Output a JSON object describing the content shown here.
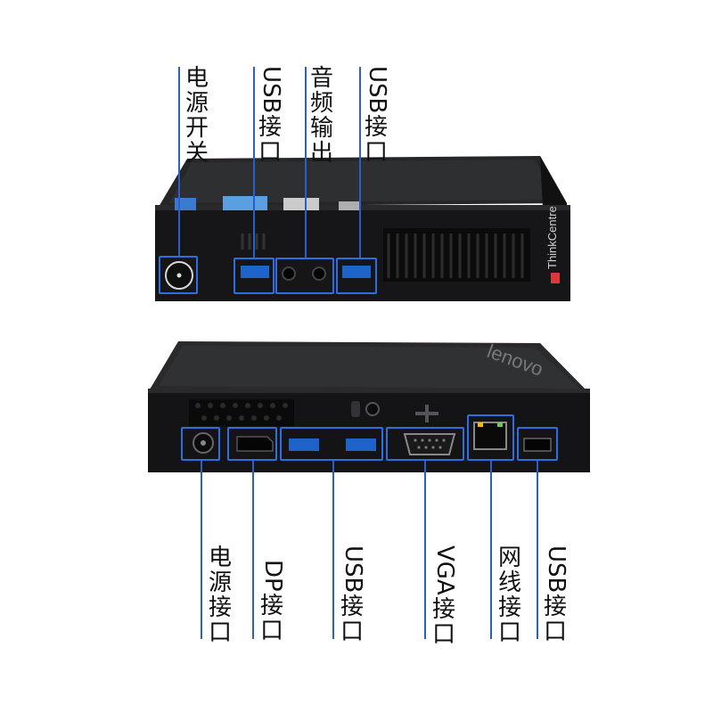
{
  "top_labels": [
    {
      "id": "power",
      "text": "电源开关"
    },
    {
      "id": "usb1",
      "text": "USB接口"
    },
    {
      "id": "audio",
      "text": "音频输出"
    },
    {
      "id": "usb2",
      "text": "USB接口"
    }
  ],
  "bottom_labels": [
    {
      "id": "power-port",
      "text": "电源接口"
    },
    {
      "id": "dp",
      "text": "DP接口"
    },
    {
      "id": "usb3",
      "text": "USB接口"
    },
    {
      "id": "vga",
      "text": "VGA接口"
    },
    {
      "id": "lan",
      "text": "网线接口"
    },
    {
      "id": "usb4",
      "text": "USB接口"
    }
  ],
  "device": {
    "brand_front": "ThinkCentre",
    "brand_top": "lenovo"
  },
  "colors": {
    "highlight": "#2b6fe0",
    "chassis": "#1a1a1c",
    "leader": "#2b5fc8"
  }
}
